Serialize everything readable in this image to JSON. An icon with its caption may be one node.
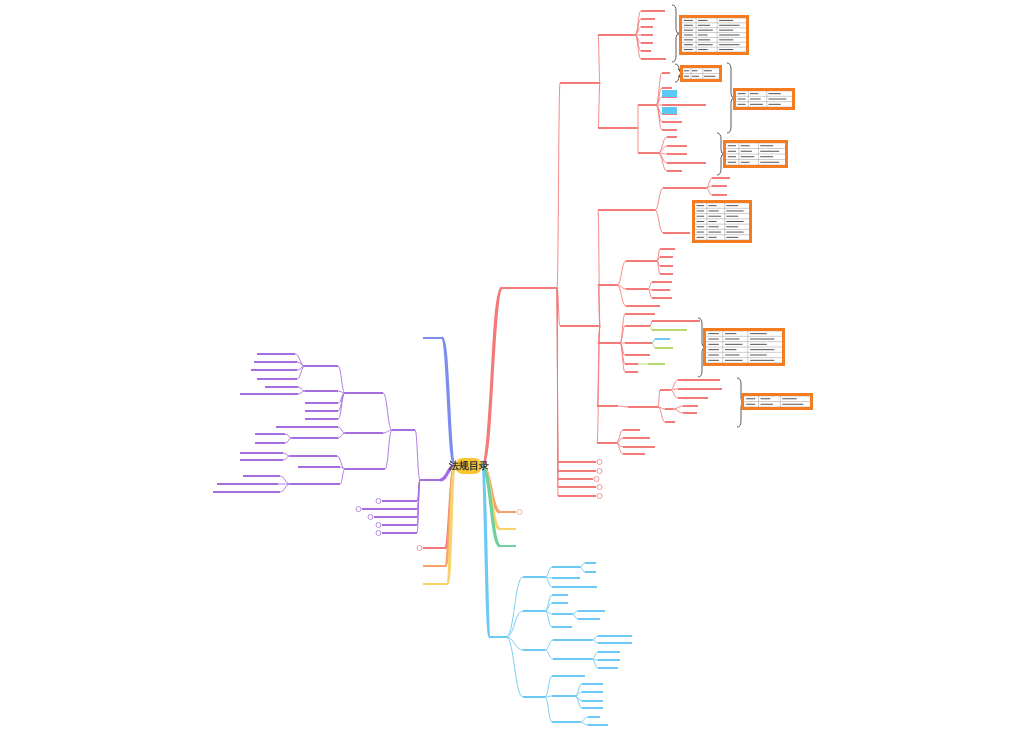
{
  "diagram": {
    "nodes": [
      {
        "text": [
          "法规目录"
        ]
      },
      {
        "text": [],
        "shape": "bar"
      },
      {
        "text": [],
        "shape": "bar"
      },
      {
        "text": [],
        "shape": "bar"
      },
      {
        "text": [],
        "shape": "bar"
      },
      {
        "text": [],
        "shape": "bar"
      },
      {
        "text": [],
        "shape": "bar"
      },
      {
        "text": [],
        "shape": "bar"
      },
      {
        "text": [],
        "shape": "bar"
      },
      {
        "text": [],
        "shape": "bar"
      },
      {
        "text": [],
        "shape": "bar"
      },
      {
        "text": [],
        "shape": "bar"
      },
      {
        "text": [],
        "shape": "bar"
      },
      {
        "text": [],
        "shape": "bar"
      },
      {
        "text": [],
        "shape": "bar"
      },
      {
        "text": [],
        "shape": "bar"
      },
      {
        "text": [],
        "shape": "bar"
      },
      {
        "text": [],
        "shape": "bar"
      },
      {
        "text": [],
        "shape": "bar"
      },
      {
        "text": [],
        "shape": "bar"
      },
      {
        "text": [],
        "shape": "picture"
      },
      {
        "text": [],
        "shape": "bar"
      },
      {
        "text": [],
        "shape": "bar"
      },
      {
        "text": [],
        "shape": "bar"
      },
      {
        "text": [],
        "shape": "bar"
      },
      {
        "text": [],
        "shape": "box"
      },
      {
        "text": [],
        "shape": "bar"
      },
      {
        "text": [],
        "shape": "box"
      },
      {
        "text": [],
        "shape": "bar"
      },
      {
        "text": [],
        "shape": "bar"
      },
      {
        "text": [],
        "shape": "picture"
      },
      {
        "text": [],
        "shape": "picture"
      },
      {
        "text": [],
        "shape": "bar"
      },
      {
        "text": [],
        "shape": "bar"
      },
      {
        "text": [],
        "shape": "bar"
      },
      {
        "text": [],
        "shape": "bar"
      },
      {
        "text": [],
        "shape": "bar"
      },
      {
        "text": [],
        "shape": "bar"
      },
      {
        "text": [],
        "shape": "picture"
      },
      {
        "text": [],
        "shape": "bar"
      },
      {
        "text": [],
        "shape": "bar"
      },
      {
        "text": [],
        "shape": "bar"
      },
      {
        "text": [],
        "shape": "bar"
      },
      {
        "text": [],
        "shape": "bar"
      },
      {
        "text": [],
        "shape": "bar"
      },
      {
        "text": [],
        "shape": "bar"
      },
      {
        "text": [],
        "shape": "picture"
      },
      {
        "text": [],
        "shape": "bar"
      },
      {
        "text": [],
        "shape": "bar"
      },
      {
        "text": [],
        "shape": "bar"
      },
      {
        "text": [],
        "shape": "bar"
      },
      {
        "text": [],
        "shape": "bar"
      },
      {
        "text": [],
        "shape": "bar"
      },
      {
        "text": [],
        "shape": "bar"
      },
      {
        "text": [],
        "shape": "bar"
      },
      {
        "text": [],
        "shape": "bar"
      },
      {
        "text": [],
        "shape": "bar"
      },
      {
        "text": [],
        "shape": "bar"
      },
      {
        "text": [],
        "shape": "bar"
      },
      {
        "text": [],
        "shape": "bar"
      },
      {
        "text": [],
        "shape": "bar"
      },
      {
        "text": [],
        "shape": "bar"
      },
      {
        "text": [],
        "shape": "bar"
      },
      {
        "text": [],
        "shape": "bar"
      },
      {
        "text": [],
        "shape": "bar"
      },
      {
        "text": [],
        "shape": "bar"
      },
      {
        "text": [],
        "shape": "bar"
      },
      {
        "text": [],
        "shape": "bar"
      },
      {
        "text": [],
        "shape": "bar"
      },
      {
        "text": [],
        "shape": "bar"
      },
      {
        "text": [],
        "shape": "picture"
      },
      {
        "text": [],
        "shape": "bar"
      },
      {
        "text": [],
        "shape": "bar"
      },
      {
        "text": [],
        "shape": "bar"
      },
      {
        "text": [],
        "shape": "bar"
      },
      {
        "text": [],
        "shape": "bar"
      },
      {
        "text": [],
        "shape": "bar"
      },
      {
        "text": [],
        "shape": "bar"
      },
      {
        "text": [],
        "shape": "bar"
      },
      {
        "text": [],
        "shape": "bar"
      },
      {
        "text": [],
        "shape": "bar"
      },
      {
        "text": [],
        "shape": "picture"
      },
      {
        "text": [],
        "shape": "bar"
      },
      {
        "text": [],
        "shape": "bar"
      },
      {
        "text": [],
        "shape": "bar"
      },
      {
        "text": [],
        "shape": "bar"
      },
      {
        "text": [],
        "shape": "bar"
      },
      {
        "text": [],
        "shape": "bar"
      },
      {
        "text": [],
        "shape": "bar"
      },
      {
        "text": [],
        "shape": "bar"
      },
      {
        "text": [],
        "shape": "bar"
      },
      {
        "text": [],
        "shape": "bar"
      },
      {
        "text": [],
        "shape": "bar"
      },
      {
        "text": [],
        "shape": "bar"
      },
      {
        "text": [],
        "shape": "bar"
      },
      {
        "text": [],
        "shape": "bar"
      },
      {
        "text": [],
        "shape": "bar"
      },
      {
        "text": [],
        "shape": "bar"
      },
      {
        "text": [],
        "shape": "bar"
      },
      {
        "text": [],
        "shape": "bar"
      },
      {
        "text": [],
        "shape": "bar"
      },
      {
        "text": [],
        "shape": "bar"
      },
      {
        "text": [],
        "shape": "bar"
      },
      {
        "text": [],
        "shape": "bar"
      },
      {
        "text": [],
        "shape": "bar"
      },
      {
        "text": [],
        "shape": "bar"
      },
      {
        "text": [],
        "shape": "bar"
      },
      {
        "text": [],
        "shape": "bar"
      },
      {
        "text": [],
        "shape": "bar"
      },
      {
        "text": [],
        "shape": "bar"
      },
      {
        "text": [],
        "shape": "bar"
      },
      {
        "text": [],
        "shape": "bar"
      },
      {
        "text": [],
        "shape": "bar"
      },
      {
        "text": [],
        "shape": "bar"
      },
      {
        "text": [],
        "shape": "bar"
      },
      {
        "text": [],
        "shape": "bar"
      },
      {
        "text": [],
        "shape": "bar"
      },
      {
        "text": [],
        "shape": "bar"
      },
      {
        "text": [],
        "shape": "bar"
      },
      {
        "text": [],
        "shape": "bar"
      },
      {
        "text": [],
        "shape": "bar"
      },
      {
        "text": [],
        "shape": "bar"
      },
      {
        "text": [],
        "shape": "bar"
      },
      {
        "text": [],
        "shape": "bar"
      },
      {
        "text": [],
        "shape": "bar"
      },
      {
        "text": [],
        "shape": "bar"
      },
      {
        "text": [],
        "shape": "bar"
      },
      {
        "text": [],
        "shape": "bar"
      },
      {
        "text": [],
        "shape": "bar"
      },
      {
        "text": [],
        "shape": "bar"
      },
      {
        "text": [],
        "shape": "bar"
      },
      {
        "text": [],
        "shape": "bar"
      },
      {
        "text": [],
        "shape": "bar"
      },
      {
        "text": [],
        "shape": "bar"
      },
      {
        "text": [],
        "shape": "bar"
      },
      {
        "text": [],
        "shape": "bar"
      },
      {
        "text": [],
        "shape": "bar"
      },
      {
        "text": [],
        "shape": "bar"
      },
      {
        "text": [],
        "shape": "bar"
      },
      {
        "text": [],
        "shape": "bar"
      },
      {
        "text": [],
        "shape": "bar"
      },
      {
        "text": [],
        "shape": "bar"
      },
      {
        "text": [],
        "shape": "bar"
      },
      {
        "text": [],
        "shape": "bar"
      },
      {
        "text": [],
        "shape": "bar"
      },
      {
        "text": [],
        "shape": "bar"
      },
      {
        "text": [],
        "shape": "bar"
      },
      {
        "text": [],
        "shape": "bar"
      },
      {
        "text": [],
        "shape": "bar"
      },
      {
        "text": [],
        "shape": "bar"
      },
      {
        "text": [],
        "shape": "bar"
      },
      {
        "text": [],
        "shape": "bar"
      },
      {
        "text": [],
        "shape": "bar"
      },
      {
        "text": [],
        "shape": "bar"
      },
      {
        "text": [],
        "shape": "bar"
      }
    ],
    "edges": [
      {
        "from": 0,
        "to": 1,
        "arrow": "none",
        "style": "thick"
      },
      {
        "from": 0,
        "to": 2,
        "arrow": "none",
        "style": "thick",
        "color": "#f7a26b"
      },
      {
        "from": 0,
        "to": 3,
        "arrow": "none",
        "style": "thick",
        "color": "#f7d46b"
      },
      {
        "from": 0,
        "to": 4,
        "arrow": "none",
        "style": "thick",
        "color": "#6fd19a"
      },
      {
        "from": 0,
        "to": 5,
        "arrow": "none",
        "style": "thick",
        "color": "#6cc8f5"
      },
      {
        "from": 0,
        "to": 6,
        "arrow": "none",
        "style": "thick",
        "color": "#7b8ef0"
      },
      {
        "from": 0,
        "to": 7,
        "arrow": "none",
        "style": "thick",
        "color": "#a56de0"
      },
      {
        "from": 0,
        "to": 8,
        "arrow": "none",
        "style": "thick"
      },
      {
        "from": 0,
        "to": 9,
        "arrow": "none",
        "style": "thick",
        "color": "#f7a26b"
      },
      {
        "from": 0,
        "to": 10,
        "arrow": "none",
        "style": "thick",
        "color": "#f7d46b"
      },
      {
        "from": 1,
        "to": 11,
        "arrow": "none"
      },
      {
        "from": 1,
        "to": 39,
        "arrow": "none"
      },
      {
        "from": 1,
        "to": 87,
        "arrow": "none"
      },
      {
        "from": 1,
        "to": 88,
        "arrow": "none"
      },
      {
        "from": 1,
        "to": 89,
        "arrow": "none"
      },
      {
        "from": 1,
        "to": 90,
        "arrow": "none"
      },
      {
        "from": 1,
        "to": 91,
        "arrow": "none"
      },
      {
        "from": 11,
        "to": 12,
        "arrow": "none"
      },
      {
        "from": 11,
        "to": 21,
        "arrow": "none"
      },
      {
        "from": 12,
        "to": 13,
        "arrow": "none"
      },
      {
        "from": 12,
        "to": 14,
        "arrow": "none"
      },
      {
        "from": 12,
        "to": 15,
        "arrow": "none"
      },
      {
        "from": 12,
        "to": 16,
        "arrow": "none"
      },
      {
        "from": 12,
        "to": 17,
        "arrow": "none"
      },
      {
        "from": 12,
        "to": 18,
        "arrow": "none"
      },
      {
        "from": 12,
        "to": 19,
        "arrow": "none"
      },
      {
        "from": 21,
        "to": 22,
        "arrow": "none"
      },
      {
        "from": 21,
        "to": 32,
        "arrow": "none"
      },
      {
        "from": 22,
        "to": 23,
        "arrow": "none"
      },
      {
        "from": 22,
        "to": 24,
        "arrow": "none"
      },
      {
        "from": 22,
        "to": 25,
        "arrow": "none"
      },
      {
        "from": 22,
        "to": 26,
        "arrow": "none"
      },
      {
        "from": 22,
        "to": 27,
        "arrow": "none"
      },
      {
        "from": 22,
        "to": 28,
        "arrow": "none"
      },
      {
        "from": 22,
        "to": 29,
        "arrow": "none"
      },
      {
        "from": 32,
        "to": 33,
        "arrow": "none"
      },
      {
        "from": 32,
        "to": 34,
        "arrow": "none"
      },
      {
        "from": 32,
        "to": 35,
        "arrow": "none"
      },
      {
        "from": 32,
        "to": 36,
        "arrow": "none"
      },
      {
        "from": 32,
        "to": 37,
        "arrow": "none"
      },
      {
        "from": 39,
        "to": 40,
        "arrow": "none"
      },
      {
        "from": 39,
        "to": 47,
        "arrow": "none"
      },
      {
        "from": 39,
        "to": 58,
        "arrow": "none"
      },
      {
        "from": 39,
        "to": 71,
        "arrow": "none"
      },
      {
        "from": 39,
        "to": 82,
        "arrow": "none"
      },
      {
        "from": 40,
        "to": 41,
        "arrow": "none"
      },
      {
        "from": 40,
        "to": 45,
        "arrow": "none"
      },
      {
        "from": 41,
        "to": 42,
        "arrow": "none"
      },
      {
        "from": 41,
        "to": 43,
        "arrow": "none"
      },
      {
        "from": 41,
        "to": 44,
        "arrow": "none"
      },
      {
        "from": 47,
        "to": 48,
        "arrow": "none"
      },
      {
        "from": 47,
        "to": 53,
        "arrow": "none"
      },
      {
        "from": 47,
        "to": 57,
        "arrow": "none"
      },
      {
        "from": 48,
        "to": 49,
        "arrow": "none"
      },
      {
        "from": 48,
        "to": 50,
        "arrow": "none"
      },
      {
        "from": 48,
        "to": 51,
        "arrow": "none"
      },
      {
        "from": 48,
        "to": 52,
        "arrow": "none"
      },
      {
        "from": 53,
        "to": 54,
        "arrow": "none"
      },
      {
        "from": 53,
        "to": 55,
        "arrow": "none"
      },
      {
        "from": 53,
        "to": 56,
        "arrow": "none"
      },
      {
        "from": 58,
        "to": 59,
        "arrow": "none"
      },
      {
        "from": 58,
        "to": 60,
        "arrow": "none"
      },
      {
        "from": 58,
        "to": 63,
        "arrow": "none"
      },
      {
        "from": 58,
        "to": 66,
        "arrow": "none"
      },
      {
        "from": 58,
        "to": 67,
        "arrow": "none"
      },
      {
        "from": 58,
        "to": 69,
        "arrow": "none"
      },
      {
        "from": 60,
        "to": 61,
        "arrow": "none"
      },
      {
        "from": 60,
        "to": 62,
        "arrow": "none",
        "color": "#b5d96b"
      },
      {
        "from": 63,
        "to": 64,
        "arrow": "none",
        "color": "#6cc8f5"
      },
      {
        "from": 63,
        "to": 65,
        "arrow": "none",
        "color": "#b5d96b"
      },
      {
        "from": 67,
        "to": 68,
        "arrow": "none",
        "color": "#b5d96b"
      },
      {
        "from": 71,
        "to": 72,
        "arrow": "none"
      },
      {
        "from": 72,
        "to": 73,
        "arrow": "none"
      },
      {
        "from": 72,
        "to": 77,
        "arrow": "none"
      },
      {
        "from": 72,
        "to": 80,
        "arrow": "none"
      },
      {
        "from": 73,
        "to": 74,
        "arrow": "none"
      },
      {
        "from": 73,
        "to": 75,
        "arrow": "none"
      },
      {
        "from": 73,
        "to": 76,
        "arrow": "none"
      },
      {
        "from": 77,
        "to": 78,
        "arrow": "none"
      },
      {
        "from": 77,
        "to": 79,
        "arrow": "none"
      },
      {
        "from": 82,
        "to": 83,
        "arrow": "none"
      },
      {
        "from": 82,
        "to": 84,
        "arrow": "none"
      },
      {
        "from": 82,
        "to": 85,
        "arrow": "none"
      },
      {
        "from": 82,
        "to": 86,
        "arrow": "none"
      },
      {
        "from": 7,
        "to": 92,
        "arrow": "none",
        "color": "#a56de0"
      },
      {
        "from": 7,
        "to": 119,
        "arrow": "none",
        "color": "#a56de0"
      },
      {
        "from": 7,
        "to": 120,
        "arrow": "none",
        "color": "#a56de0"
      },
      {
        "from": 7,
        "to": 121,
        "arrow": "none",
        "color": "#a56de0"
      },
      {
        "from": 7,
        "to": 122,
        "arrow": "none",
        "color": "#a56de0"
      },
      {
        "from": 7,
        "to": 123,
        "arrow": "none",
        "color": "#a56de0"
      },
      {
        "from": 92,
        "to": 93,
        "arrow": "none",
        "color": "#a56de0"
      },
      {
        "from": 92,
        "to": 105,
        "arrow": "none",
        "color": "#a56de0"
      },
      {
        "from": 92,
        "to": 110,
        "arrow": "none",
        "color": "#a56de0"
      },
      {
        "from": 93,
        "to": 94,
        "arrow": "none",
        "color": "#a56de0"
      },
      {
        "from": 93,
        "to": 99,
        "arrow": "none",
        "color": "#a56de0"
      },
      {
        "from": 93,
        "to": 102,
        "arrow": "none",
        "color": "#a56de0"
      },
      {
        "from": 93,
        "to": 103,
        "arrow": "none",
        "color": "#a56de0"
      },
      {
        "from": 93,
        "to": 104,
        "arrow": "none",
        "color": "#a56de0"
      },
      {
        "from": 94,
        "to": 95,
        "arrow": "none",
        "color": "#a56de0"
      },
      {
        "from": 94,
        "to": 96,
        "arrow": "none",
        "color": "#a56de0"
      },
      {
        "from": 94,
        "to": 97,
        "arrow": "none",
        "color": "#a56de0"
      },
      {
        "from": 94,
        "to": 98,
        "arrow": "none",
        "color": "#a56de0"
      },
      {
        "from": 99,
        "to": 100,
        "arrow": "none",
        "color": "#a56de0"
      },
      {
        "from": 99,
        "to": 101,
        "arrow": "none",
        "color": "#a56de0"
      },
      {
        "from": 105,
        "to": 106,
        "arrow": "none",
        "color": "#a56de0"
      },
      {
        "from": 105,
        "to": 107,
        "arrow": "none",
        "color": "#a56de0"
      },
      {
        "from": 107,
        "to": 108,
        "arrow": "none",
        "color": "#a56de0"
      },
      {
        "from": 107,
        "to": 109,
        "arrow": "none",
        "color": "#a56de0"
      },
      {
        "from": 110,
        "to": 111,
        "arrow": "none",
        "color": "#a56de0"
      },
      {
        "from": 110,
        "to": 114,
        "arrow": "none",
        "color": "#a56de0"
      },
      {
        "from": 110,
        "to": 115,
        "arrow": "none",
        "color": "#a56de0"
      },
      {
        "from": 111,
        "to": 112,
        "arrow": "none",
        "color": "#a56de0"
      },
      {
        "from": 111,
        "to": 113,
        "arrow": "none",
        "color": "#a56de0"
      },
      {
        "from": 115,
        "to": 116,
        "arrow": "none",
        "color": "#a56de0"
      },
      {
        "from": 115,
        "to": 117,
        "arrow": "none",
        "color": "#a56de0"
      },
      {
        "from": 115,
        "to": 118,
        "arrow": "none",
        "color": "#a56de0"
      },
      {
        "from": 5,
        "to": 124,
        "arrow": "none",
        "color": "#6cc8f5"
      },
      {
        "from": 5,
        "to": 130,
        "arrow": "none",
        "color": "#6cc8f5"
      },
      {
        "from": 5,
        "to": 137,
        "arrow": "none",
        "color": "#6cc8f5"
      },
      {
        "from": 5,
        "to": 145,
        "arrow": "none",
        "color": "#6cc8f5"
      },
      {
        "from": 124,
        "to": 125,
        "arrow": "none",
        "color": "#6cc8f5"
      },
      {
        "from": 124,
        "to": 128,
        "arrow": "none",
        "color": "#6cc8f5"
      },
      {
        "from": 124,
        "to": 129,
        "arrow": "none",
        "color": "#6cc8f5"
      },
      {
        "from": 125,
        "to": 126,
        "arrow": "none",
        "color": "#6cc8f5"
      },
      {
        "from": 125,
        "to": 127,
        "arrow": "none",
        "color": "#6cc8f5"
      },
      {
        "from": 130,
        "to": 131,
        "arrow": "none",
        "color": "#6cc8f5"
      },
      {
        "from": 130,
        "to": 132,
        "arrow": "none",
        "color": "#6cc8f5"
      },
      {
        "from": 130,
        "to": 133,
        "arrow": "none",
        "color": "#6cc8f5"
      },
      {
        "from": 130,
        "to": 136,
        "arrow": "none",
        "color": "#6cc8f5"
      },
      {
        "from": 133,
        "to": 134,
        "arrow": "none",
        "color": "#6cc8f5"
      },
      {
        "from": 133,
        "to": 135,
        "arrow": "none",
        "color": "#6cc8f5"
      },
      {
        "from": 137,
        "to": 138,
        "arrow": "none",
        "color": "#6cc8f5"
      },
      {
        "from": 137,
        "to": 141,
        "arrow": "none",
        "color": "#6cc8f5"
      },
      {
        "from": 138,
        "to": 139,
        "arrow": "none",
        "color": "#6cc8f5"
      },
      {
        "from": 138,
        "to": 140,
        "arrow": "none",
        "color": "#6cc8f5"
      },
      {
        "from": 141,
        "to": 142,
        "arrow": "none",
        "color": "#6cc8f5"
      },
      {
        "from": 141,
        "to": 143,
        "arrow": "none",
        "color": "#6cc8f5"
      },
      {
        "from": 141,
        "to": 144,
        "arrow": "none",
        "color": "#6cc8f5"
      },
      {
        "from": 145,
        "to": 146,
        "arrow": "none",
        "color": "#6cc8f5"
      },
      {
        "from": 145,
        "to": 147,
        "arrow": "none",
        "color": "#6cc8f5"
      },
      {
        "from": 145,
        "to": 152,
        "arrow": "none",
        "color": "#6cc8f5"
      },
      {
        "from": 147,
        "to": 148,
        "arrow": "none",
        "color": "#6cc8f5"
      },
      {
        "from": 147,
        "to": 149,
        "arrow": "none",
        "color": "#6cc8f5"
      },
      {
        "from": 147,
        "to": 150,
        "arrow": "none",
        "color": "#6cc8f5"
      },
      {
        "from": 147,
        "to": 151,
        "arrow": "none",
        "color": "#6cc8f5"
      },
      {
        "from": 152,
        "to": 153,
        "arrow": "none",
        "color": "#6cc8f5"
      },
      {
        "from": 152,
        "to": 154,
        "arrow": "none",
        "color": "#6cc8f5"
      }
    ]
  }
}
